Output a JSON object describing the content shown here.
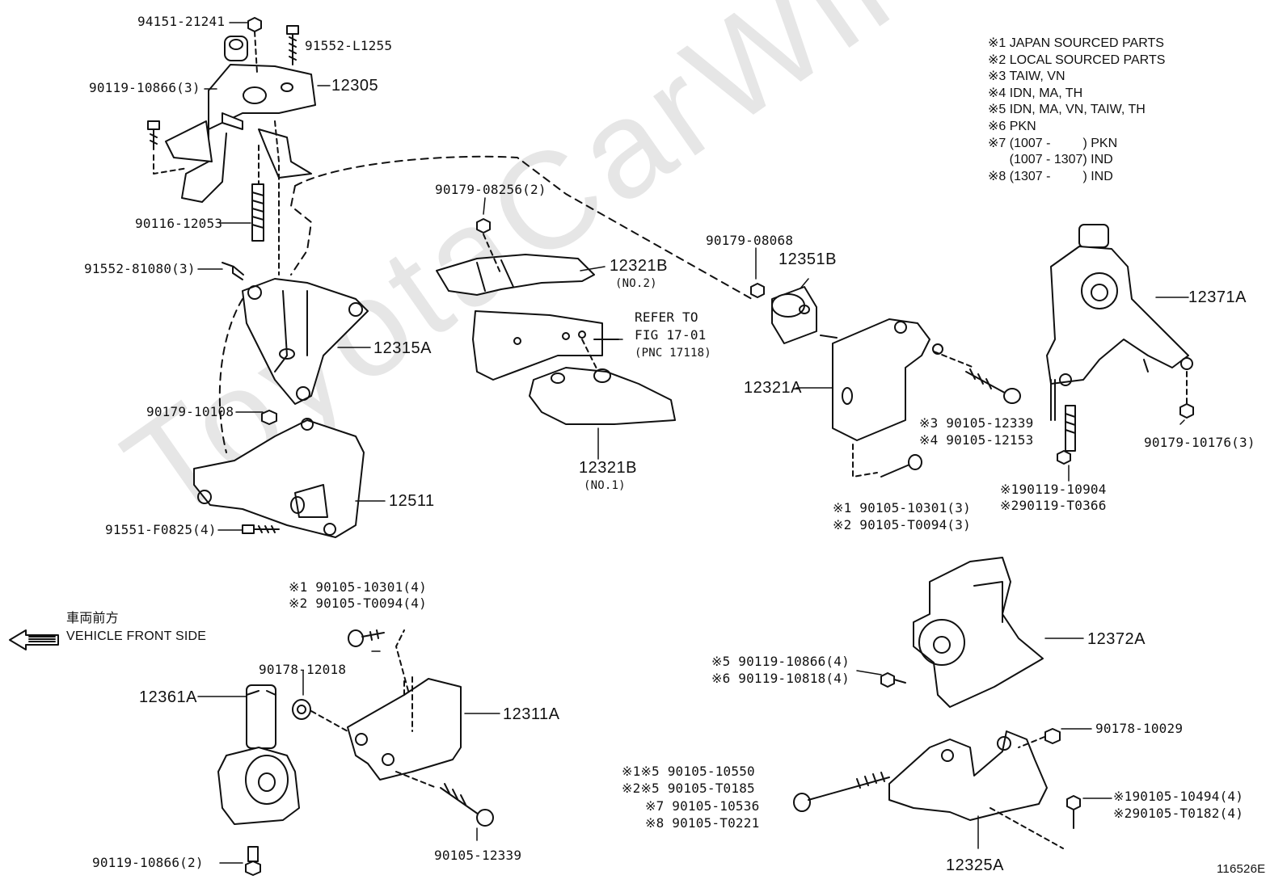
{
  "watermark": "ToyotaCarWine.ru",
  "figure_id": "116526E",
  "notes": [
    "※1 JAPAN SOURCED PARTS",
    "※2 LOCAL SOURCED PARTS",
    "※3 TAIW, VN",
    "※4 IDN, MA, TH",
    "※5 IDN, MA, VN, TAIW, TH",
    "※6 PKN",
    "※7 (1007 -         ) PKN",
    "      (1007 - 1307) IND",
    "※8 (1307 -         ) IND"
  ],
  "front": {
    "jp": "車両前方",
    "en": "VEHICLE FRONT SIDE"
  },
  "refer": {
    "line1": "REFER TO",
    "line2": "FIG 17-01",
    "line3": "(PNC 17118)"
  },
  "labels": {
    "p94151": "94151-21241",
    "p91552a": "91552-L1255",
    "p90119a": "90119-10866(3)",
    "p12305": "12305",
    "p90116": "90116-12053",
    "p91552b": "91552-81080(3)",
    "p12315A": "12315A",
    "p90179a": "90179-10108",
    "p12511": "12511",
    "p91551": "91551-F0825(4)",
    "p90179b": "90179-08256(2)",
    "p12321B2": "12321B",
    "p12321B2n": "(NO.2)",
    "p12321B1": "12321B",
    "p12321B1n": "(NO.1)",
    "p90179c": "90179-08068",
    "p12351B": "12351B",
    "p12321A": "12321A",
    "p90105a1": "※3 90105-12339",
    "p90105a2": "※4 90105-12153",
    "p90105b1": "※1  90105-10301(3)",
    "p90105b2": "※2  90105-T0094(3)",
    "p12371A": "12371A",
    "p90179d": "90179-10176(3)",
    "p90119b1": "※190119-10904",
    "p90119b2": "※290119-T0366",
    "p90105c1": "※1  90105-10301(4)",
    "p90105c2": "※2  90105-T0094(4)",
    "p90178a": "90178-12018",
    "p12361A": "12361A",
    "p12311A": "12311A",
    "p90119c": "90119-10866(2)",
    "p90105d": "90105-12339",
    "p12372A": "12372A",
    "p90119d1": "※5 90119-10866(4)",
    "p90119d2": "※6 90119-10818(4)",
    "p90178b": "90178-10029",
    "p90105e1": "※1※5 90105-10550",
    "p90105e2": "※2※5 90105-T0185",
    "p90105e3": "※7 90105-10536",
    "p90105e4": "※8 90105-T0221",
    "p90105f1": "※190105-10494(4)",
    "p90105f2": "※290105-T0182(4)",
    "p12325A": "12325A"
  }
}
